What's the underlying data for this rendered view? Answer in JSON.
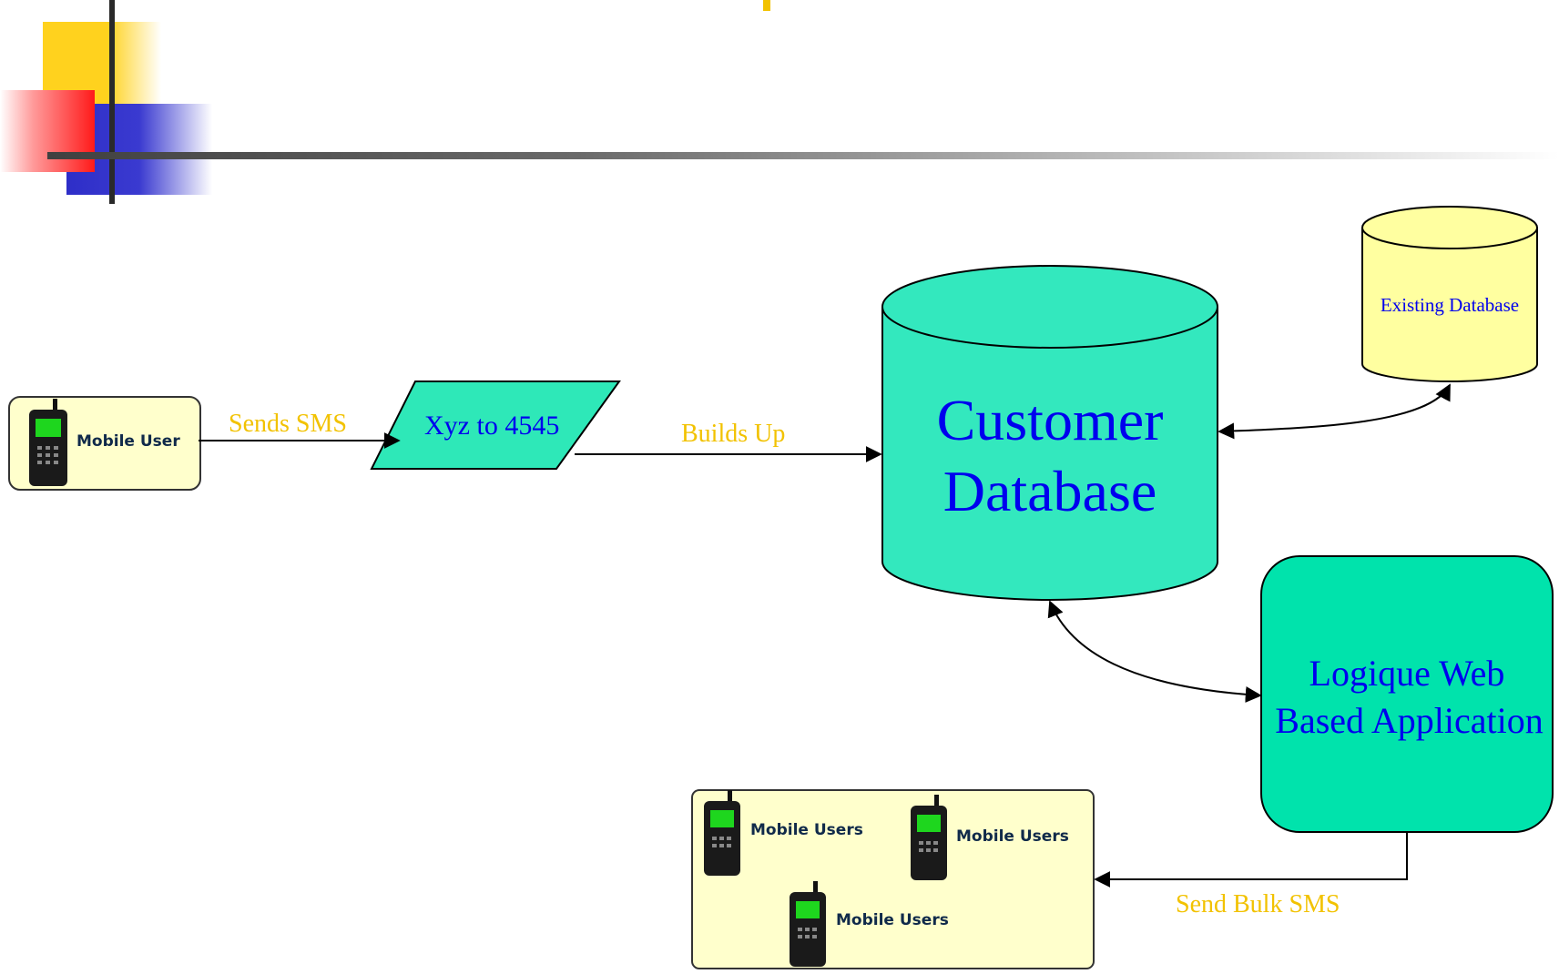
{
  "labels": {
    "sends_sms": "Sends SMS",
    "builds_up": "Builds Up",
    "send_bulk_sms": "Send Bulk SMS"
  },
  "nodes": {
    "mobile_user": "Mobile User",
    "sms_message": "Xyz to 4545",
    "customer_db_line1": "Customer",
    "customer_db_line2": "Database",
    "existing_db": "Existing Database",
    "web_app_line1": "Logique Web",
    "web_app_line2": "Based Application",
    "mobile_users_1": "Mobile Users",
    "mobile_users_2": "Mobile Users",
    "mobile_users_3": "Mobile Users"
  },
  "colors": {
    "accent_yellow": "#F2C200",
    "node_green": "#2EE8B8",
    "existing_db_fill": "#FFFFA0",
    "user_box_fill": "#FFFFCC",
    "text_blue": "#0000EE"
  }
}
